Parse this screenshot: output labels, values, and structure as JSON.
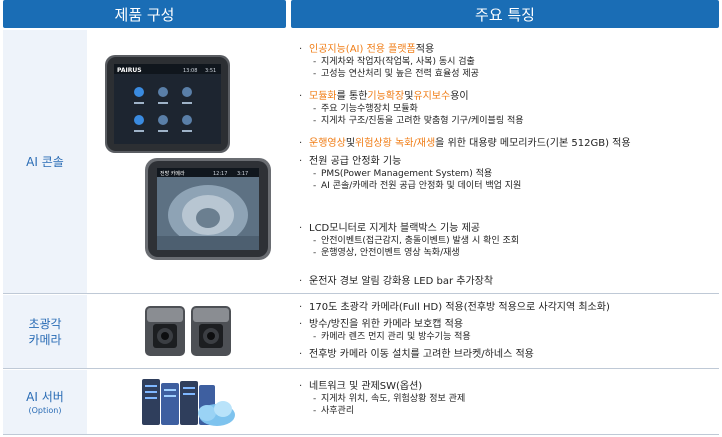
{
  "header": {
    "left": "제품 구성",
    "right": "주요 특징"
  },
  "rows": {
    "console": {
      "label": "AI 콘솔",
      "device1": {
        "brand": "PAIRUS",
        "time": "13:08",
        "time2": "3:51"
      },
      "device2": {
        "title": "전방 카메라",
        "time": "12:17",
        "time2": "3:17"
      }
    },
    "camera": {
      "label1": "초광각",
      "label2": "카메라"
    },
    "server": {
      "label": "AI 서버",
      "sub": "(Option)"
    }
  },
  "features": {
    "c1": {
      "h_a": "인공지능(AI) 전용 플랫폼",
      "h_b": " 적용",
      "s1": "지게차와 작업자(작업복, 사복) 동시 검출",
      "s2": "고성능 연산처리 및 높은 전력 효율성 제공"
    },
    "c2": {
      "h_a": "모듈화",
      "h_b": "를 통한 ",
      "h_c": "기능확장",
      "h_d": " 및 ",
      "h_e": "유지보수",
      "h_f": " 용이",
      "s1": "주요 기능수행장치 모듈화",
      "s2": "지게차 구조/진동을 고려한 맞춤형 기구/케이블링 적용"
    },
    "c3": {
      "h_a": "운행영상",
      "h_b": " 및 ",
      "h_c": "위험상황 녹화/재생",
      "h_d": "을 위한 대용량 메모리카드(기본 512GB) 적용"
    },
    "c4": {
      "h": "전원 공급 안정화 기능",
      "s1": "PMS(Power Management System) 적용",
      "s2": "AI 콘솔/카메라 전원 공급 안정화 및 데이터 백업 지원"
    },
    "c5": {
      "h": "LCD모니터로 지게차 블랙박스 기능 제공",
      "s1": "안전이벤트(접근감지, 충돌이벤트) 발생 시 확인 조회",
      "s2": "운행영상, 안전이벤트 영상 녹화/재생"
    },
    "c6": {
      "h": "운전자 경보 알림 강화용 LED bar 추가장착"
    },
    "k1": {
      "h": "170도 초광각 카메라(Full HD) 적용(전후방 적용으로 사각지역 최소화)"
    },
    "k2": {
      "h": "방수/방진을 위한 카메라 보호캡 적용",
      "s1": "카메라 렌즈 먼지 관리 및 방수기능 적용"
    },
    "k3": {
      "h": "전후방 카메라 이동 설치를 고려한 브라켓/하네스 적용"
    },
    "v1": {
      "h": "네트워크 및 관제SW(옵션)",
      "s1": "지게차 위치, 속도, 위험상황 정보 관제",
      "s2": "사후관리"
    }
  },
  "bullets": {
    "main": "·",
    "sub": "-"
  },
  "colors": {
    "header": "#1a6db5",
    "label_bg": "#eef3fa",
    "highlight": "#f07d16"
  },
  "icons": [
    "console-device-icon",
    "camera-device-icon",
    "server-cloud-icon"
  ]
}
